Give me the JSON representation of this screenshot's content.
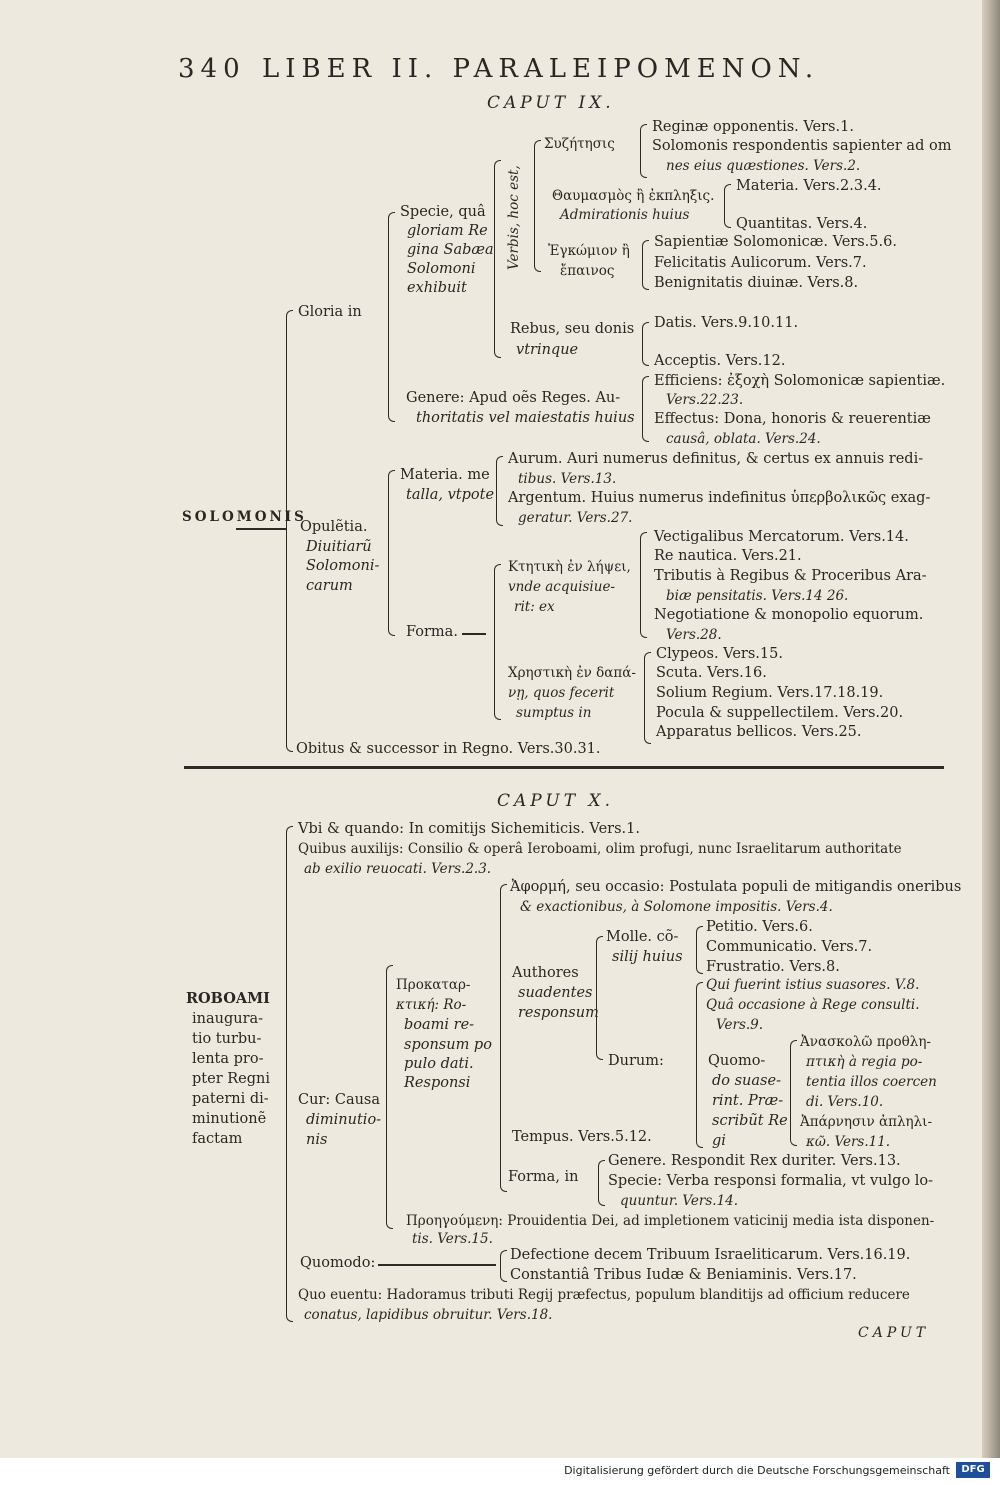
{
  "header": {
    "page_number": "340",
    "running_title": "LIBER II. PARALEIPOMENON."
  },
  "chapter_ix": {
    "title": "CAPUT IX.",
    "root": "SOLOMONIS",
    "gloria": "Gloria in",
    "specie": [
      "Specie, quâ",
      "gloriam Re",
      "gina Sabæa",
      "Solomoni",
      "exhibuit"
    ],
    "verbis": "Verbis, hoc est,",
    "syzetesis": "Συζήτησις",
    "reginae": "Reginæ opponentis. Vers.1.",
    "solomonis_resp_1": "Solomonis respondentis sapienter ad om",
    "solomonis_resp_2": "nes eius quæstiones. Vers.2.",
    "thaumasmos": "Θαυμασμὸς ἢ ἐκπληξις.",
    "admirationis": "Admirationis huius",
    "materia_adm": "Materia. Vers.2.3.4.",
    "quantitas": "Quantitas. Vers.4.",
    "enkomium_1": "Ἐγκώμιον ἢ",
    "enkomium_2": "ἔπαινος",
    "sapientiae": "Sapientiæ Solomonicæ. Vers.5.6.",
    "felicitatis": "Felicitatis Aulicorum. Vers.7.",
    "benignitatis": "Benignitatis diuinæ. Vers.8.",
    "rebus_1": "Rebus, seu donis",
    "rebus_2": "vtrinque",
    "datis": "Datis. Vers.9.10.11.",
    "acceptis": "Acceptis. Vers.12.",
    "genere_1": "Genere: Apud oẽs Reges. Au-",
    "genere_2": "thoritatis vel maiestatis huius",
    "efficiens_1": "Efficiens: ἐξοχὴ Solomonicæ sapientiæ.",
    "efficiens_2": "Vers.22.23.",
    "effectus_1": "Effectus: Dona, honoris & reuerentiæ",
    "effectus_2": "causâ, oblata. Vers.24.",
    "opulentia": [
      "Opulẽtia.",
      "Diuitiarũ",
      "Solomoni-",
      "carum"
    ],
    "materia_met_1": "Materia. me",
    "materia_met_2": "talla, vtpote",
    "aurum_1": "Aurum. Auri numerus definitus, & certus ex annuis redi-",
    "aurum_2": "tibus. Vers.13.",
    "argentum_1": "Argentum. Huius numerus indefinitus ὑπερβολικῶς exag-",
    "argentum_2": "geratur. Vers.27.",
    "forma": "Forma.",
    "ktetike": [
      "Κτητικὴ ἐν λήψει,",
      "vnde acquisiue-",
      "rit: ex"
    ],
    "vectigalibus": "Vectigalibus Mercatorum. Vers.14.",
    "re_nautica": "Re nautica. Vers.21.",
    "tributis_1": "Tributis à Regibus & Proceribus Ara-",
    "tributis_2": "biæ pensitatis. Vers.14 26.",
    "negotiatione_1": "Negotiatione & monopolio equorum.",
    "negotiatione_2": "Vers.28.",
    "chrestike": [
      "Χρηστικὴ ἐν δαπά-",
      "νῃ, quos fecerit",
      "sumptus in"
    ],
    "clypeos": "Clypeos. Vers.15.",
    "scuta": "Scuta. Vers.16.",
    "solium": "Solium Regium. Vers.17.18.19.",
    "pocula": "Pocula & suppellectilem. Vers.20.",
    "apparatus": "Apparatus bellicos. Vers.25.",
    "obitus": "Obitus & successor in Regno. Vers.30.31."
  },
  "chapter_x": {
    "title": "CAPUT X.",
    "root": [
      "ROBOAMI",
      "inaugura-",
      "tio turbu-",
      "lenta pro-",
      "pter Regni",
      "paterni di-",
      "minutionẽ",
      "factam"
    ],
    "vbi": "Vbi & quando: In comitijs Sichemiticis. Vers.1.",
    "quibus_1": "Quibus auxilijs: Consilio & operâ Ieroboami, olim profugi, nunc Israelitarum authoritate",
    "quibus_2": "ab exilio reuocati. Vers.2.3.",
    "aphorme_1": "Ἀφορμή, seu occasio: Postulata populi de mitigandis oneribus",
    "aphorme_2": "& exactionibus, à Solomone impositis. Vers.4.",
    "proegoumene": [
      "Προκαταρ-",
      "κτική: Ro-",
      "boami re-",
      "sponsum po",
      "pulo dati.",
      "Responsi"
    ],
    "authores": [
      "Authores",
      "suadentes",
      "responsum"
    ],
    "molle": [
      "Molle. cõ-",
      "silij huius"
    ],
    "petitio": "Petitio. Vers.6.",
    "communicatio": "Communicatio. Vers.7.",
    "frustratio": "Frustratio. Vers.8.",
    "qui_fuerint": "Qui fuerint istius suasores. V.8.",
    "qua_occasione_1": "Quâ occasione à Rege consulti.",
    "qua_occasione_2": "Vers.9.",
    "durum": "Durum:",
    "quomodo_suas": [
      "Quomo-",
      "do suase-",
      "rint. Præ-",
      "scribũt Re",
      "gi"
    ],
    "anastole": [
      "Ἀνασκολῶ προθλη-",
      "πτικὴ à regia po-",
      "tentia illos coercen",
      "di. Vers.10."
    ],
    "aparnesis": [
      "Ἀπάρνησιν ἀπληλι-",
      "κῶ. Vers.11."
    ],
    "cur": [
      "Cur: Causa",
      "diminutio-",
      "nis"
    ],
    "tempus": "Tempus. Vers.5.12.",
    "forma_in": "Forma, in",
    "genere": "Genere. Respondit Rex duriter. Vers.13.",
    "specie_1": "Specie: Verba responsi formalia, vt vulgo lo-",
    "specie_2": "quuntur. Vers.14.",
    "proegoumenon_1": "Προηγούμενη: Prouidentia Dei, ad impletionem vaticinij media ista disponen-",
    "proegoumenon_2": "tis. Vers.15.",
    "quomodo": "Quomodo:",
    "defectione": "Defectione decem Tribuum Israeliticarum. Vers.16.19.",
    "constantia": "Constantiâ Tribus Iudæ & Beniaminis. Vers.17.",
    "quo_euentu_1": "Quo euentu: Hadoramus tributi Regij præfectus, populum blanditijs ad officium reducere",
    "quo_euentu_2": "conatus, lapidibus obruitur. Vers.18.",
    "catchword": "CAPUT"
  },
  "footer": {
    "credit": "Digitalisierung gefördert durch die Deutsche Forschungsgemeinschaft",
    "logo": "DFG"
  }
}
